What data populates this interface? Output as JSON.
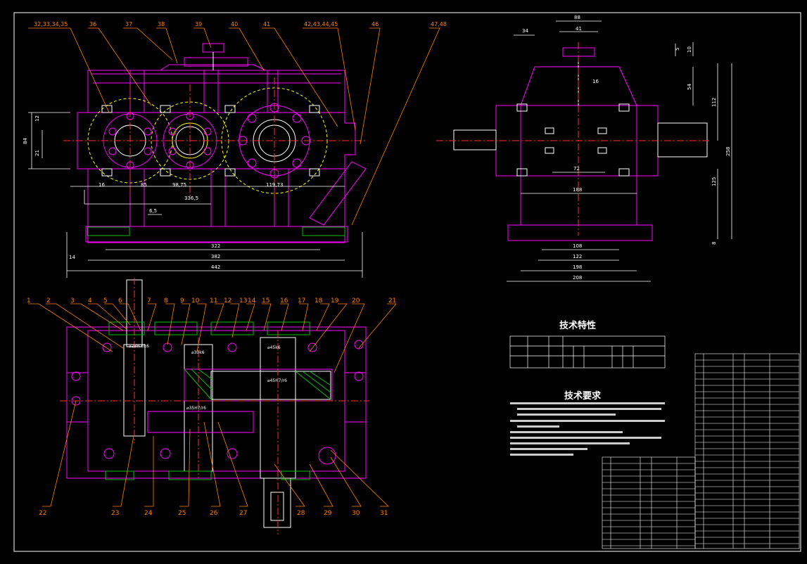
{
  "colors": {
    "background": "#000000",
    "outline": "#ff00ff",
    "dimension": "#ffffff",
    "leader": "#ff8000",
    "hatch": "#00c000",
    "pitch_circle": "#ffff00",
    "center": "#ff3030"
  },
  "callouts_top": [
    "32,33,34,35",
    "36",
    "37",
    "38",
    "39",
    "40",
    "41",
    "42,43,44,45",
    "46",
    "47,48"
  ],
  "callouts_bottom_top": [
    "1",
    "2",
    "3",
    "4",
    "5",
    "6",
    "7",
    "8",
    "9",
    "10",
    "11",
    "12",
    "13",
    "14",
    "15",
    "16",
    "17",
    "18",
    "19",
    "20",
    "21"
  ],
  "callouts_bottom_low": [
    "22",
    "23",
    "24",
    "25",
    "26",
    "27",
    "28",
    "29",
    "30",
    "31"
  ],
  "dims_front": {
    "d12": "12",
    "d21": "21",
    "d84": "84",
    "d16": "16",
    "d85": "85",
    "d98_75": "98,75",
    "d119_73": "119,73",
    "d336_5": "336,5",
    "d6_5": "6,5",
    "d322": "322",
    "d382": "382",
    "d442": "442",
    "d14": "14"
  },
  "dims_side": {
    "d34": "34",
    "d88": "88",
    "d41": "41",
    "d5": "5",
    "d10": "10",
    "d54": "54",
    "d112": "112",
    "d16": "16",
    "d258": "258",
    "d125": "125",
    "d72": "72",
    "d188": "188",
    "d8": "8",
    "d108": "108",
    "d122": "122",
    "d198": "198",
    "d208": "208"
  },
  "dims_plan": {
    "fit1": "⌀28H7/k6",
    "fit2": "⌀30k6",
    "fit3": "⌀45k6",
    "fit4": "⌀45H7/r6",
    "fit5": "⌀35H7/r6"
  },
  "titles": {
    "tech_char": "技术特性",
    "tech_req": "技术要求"
  }
}
